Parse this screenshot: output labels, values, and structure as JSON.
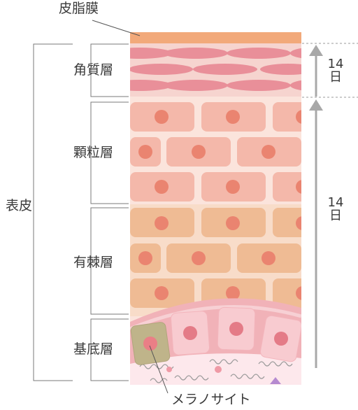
{
  "labels": {
    "sebum": "皮脂膜",
    "epidermis": "表皮",
    "stratum_corneum": "角質層",
    "stratum_granulosum": "顆粒層",
    "stratum_spinosum": "有棘層",
    "stratum_basale": "基底層",
    "melanocyte": "メラノサイト"
  },
  "durations": {
    "corneum_days": {
      "value": "14",
      "unit": "日"
    },
    "turnover_days": {
      "value": "14",
      "unit": "日"
    }
  },
  "colors": {
    "sebum": "#f2a97a",
    "corneum_bg": "#f6d4cf",
    "corneum_cell": "#e98f99",
    "granular_cell": "#f4b8aa",
    "granular_bg": "#fbe4dc",
    "spinous_cell": "#efbb94",
    "spinous_bg": "#f8dcc9",
    "nucleus": "#ea8470",
    "basal_bg": "#f1b2b8",
    "basal_cell": "#f8cbd0",
    "basal_nucleus": "#e47b87",
    "melanocyte": "#bfb48a",
    "arrow": "#a8a8a8",
    "bracket": "#7a7a7a"
  }
}
